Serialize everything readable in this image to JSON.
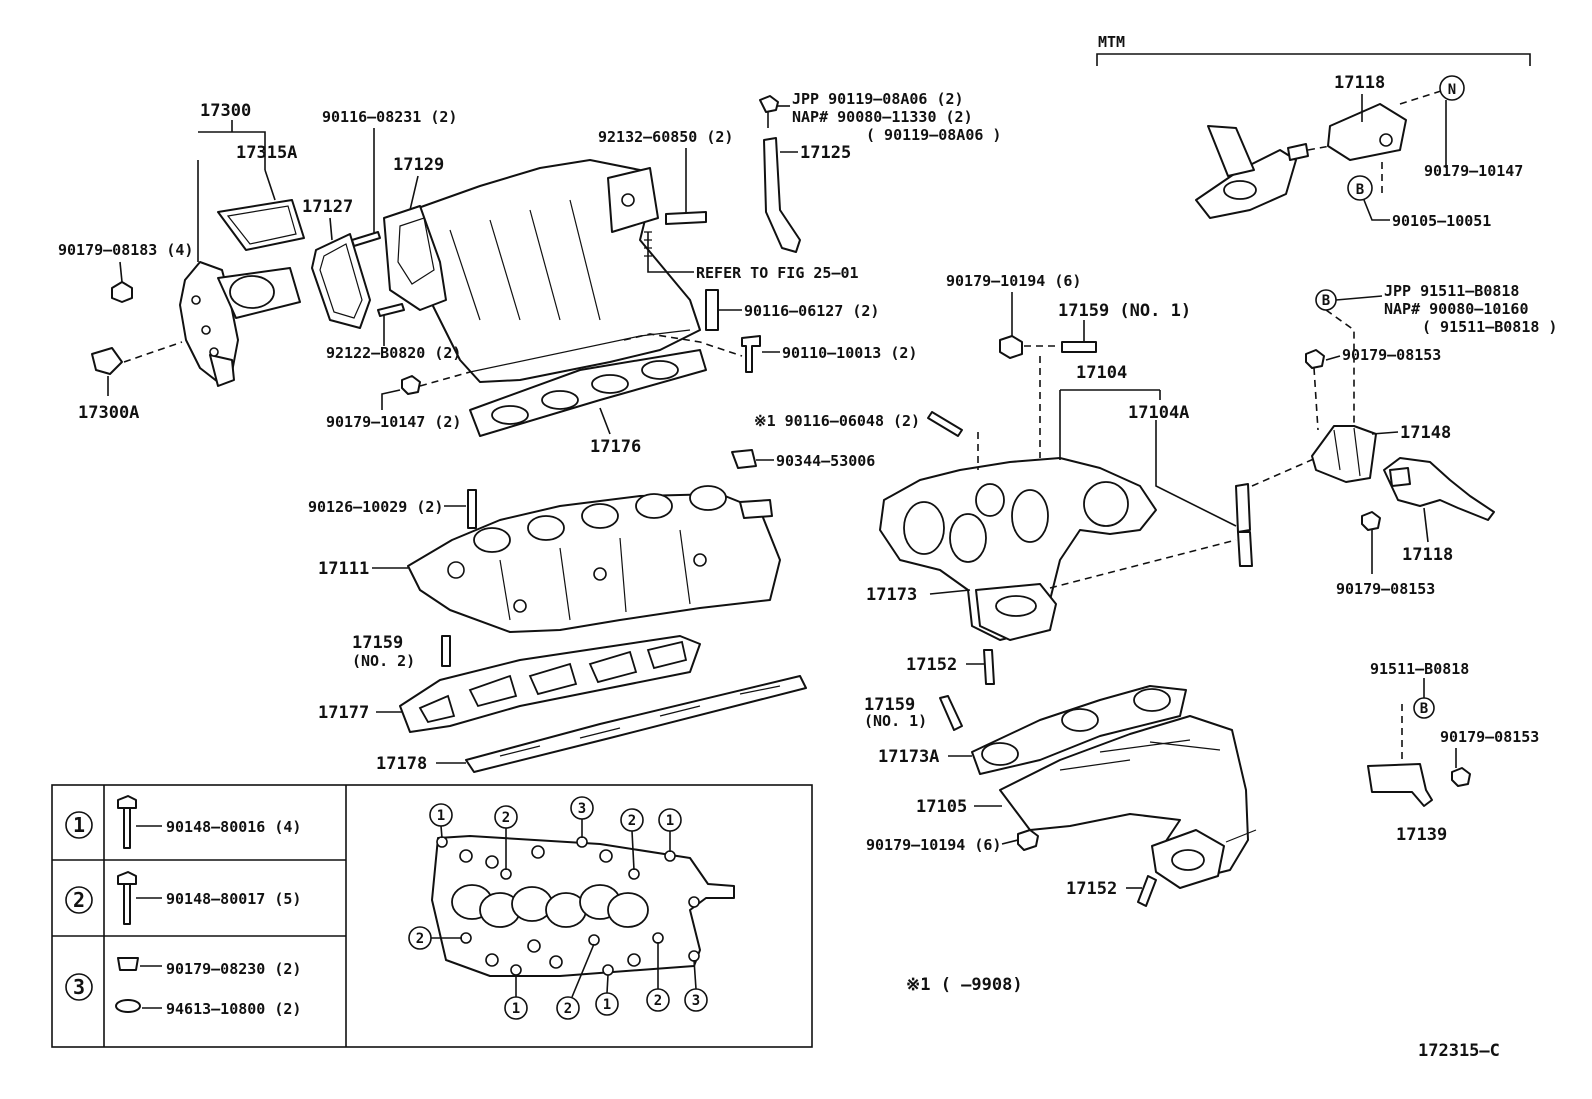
{
  "header": {
    "mtm_label": "MTM"
  },
  "labels": {
    "p17300": "17300",
    "p17315A": "17315A",
    "p90179_08183": "90179–08183 (4)",
    "p17300A": "17300A",
    "p90116_08231": "90116–08231 (2)",
    "p17129": "17129",
    "p17127": "17127",
    "p92122_B0820": "92122–B0820 (2)",
    "p90179_10147_2": "90179–10147 (2)",
    "p17176": "17176",
    "p92132_60850": "92132–60850 (2)",
    "jpp_line1": "JPP   90119–08A06 (2)",
    "nap_line1": "NAP# 90080–11330 (2)",
    "paren_line1": "( 90119–08A06 )",
    "p17125": "17125",
    "refer": "REFER TO FIG 25–01",
    "p90116_06127": "90116–06127 (2)",
    "p90110_10013": "90110–10013 (2)",
    "p90116_06048": "※1 90116–06048 (2)",
    "p90344_53006": "90344–53006",
    "p90126_10029": "90126–10029 (2)",
    "p17111": "17111",
    "p17159_no2_a": "17159",
    "p17159_no2_b": "(NO. 2)",
    "p17177": "17177",
    "p17178": "17178",
    "p17118_top": "17118",
    "p90179_10147_r": "90179–10147",
    "p90105_10051": "90105–10051",
    "p90179_10194_top": "90179–10194 (6)",
    "p17159_no1_top": "17159 (NO. 1)",
    "p17104": "17104",
    "p17104A": "17104A",
    "jpp_line2": "JPP   91511–B0818",
    "nap_line2": "NAP# 90080–10160",
    "paren_line2": "( 91511–B0818 )",
    "p90179_08153_a": "90179–08153",
    "p17148": "17148",
    "p17118_mid": "17118",
    "p90179_08153_b": "90179–08153",
    "p17173": "17173",
    "p17152_a": "17152",
    "p17159_no1_b_a": "17159",
    "p17159_no1_b_b": "(NO. 1)",
    "p17173A": "17173A",
    "p17105": "17105",
    "p90179_10194_bot": "90179–10194 (6)",
    "p17152_b": "17152",
    "p91511_B0818": "91511–B0818",
    "p90179_08153_c": "90179–08153",
    "p17139": "17139",
    "footnote": "※1  (      –9908)",
    "figure_id": "172315–C",
    "circle_N": "N",
    "circle_B": "B"
  },
  "legend": {
    "rows": [
      {
        "key": "1",
        "items": [
          "90148–80016 (4)"
        ]
      },
      {
        "key": "2",
        "items": [
          "90148–80017 (5)"
        ]
      },
      {
        "key": "3",
        "items": [
          "90179–08230 (2)",
          "94613–10800 (2)"
        ]
      }
    ]
  }
}
